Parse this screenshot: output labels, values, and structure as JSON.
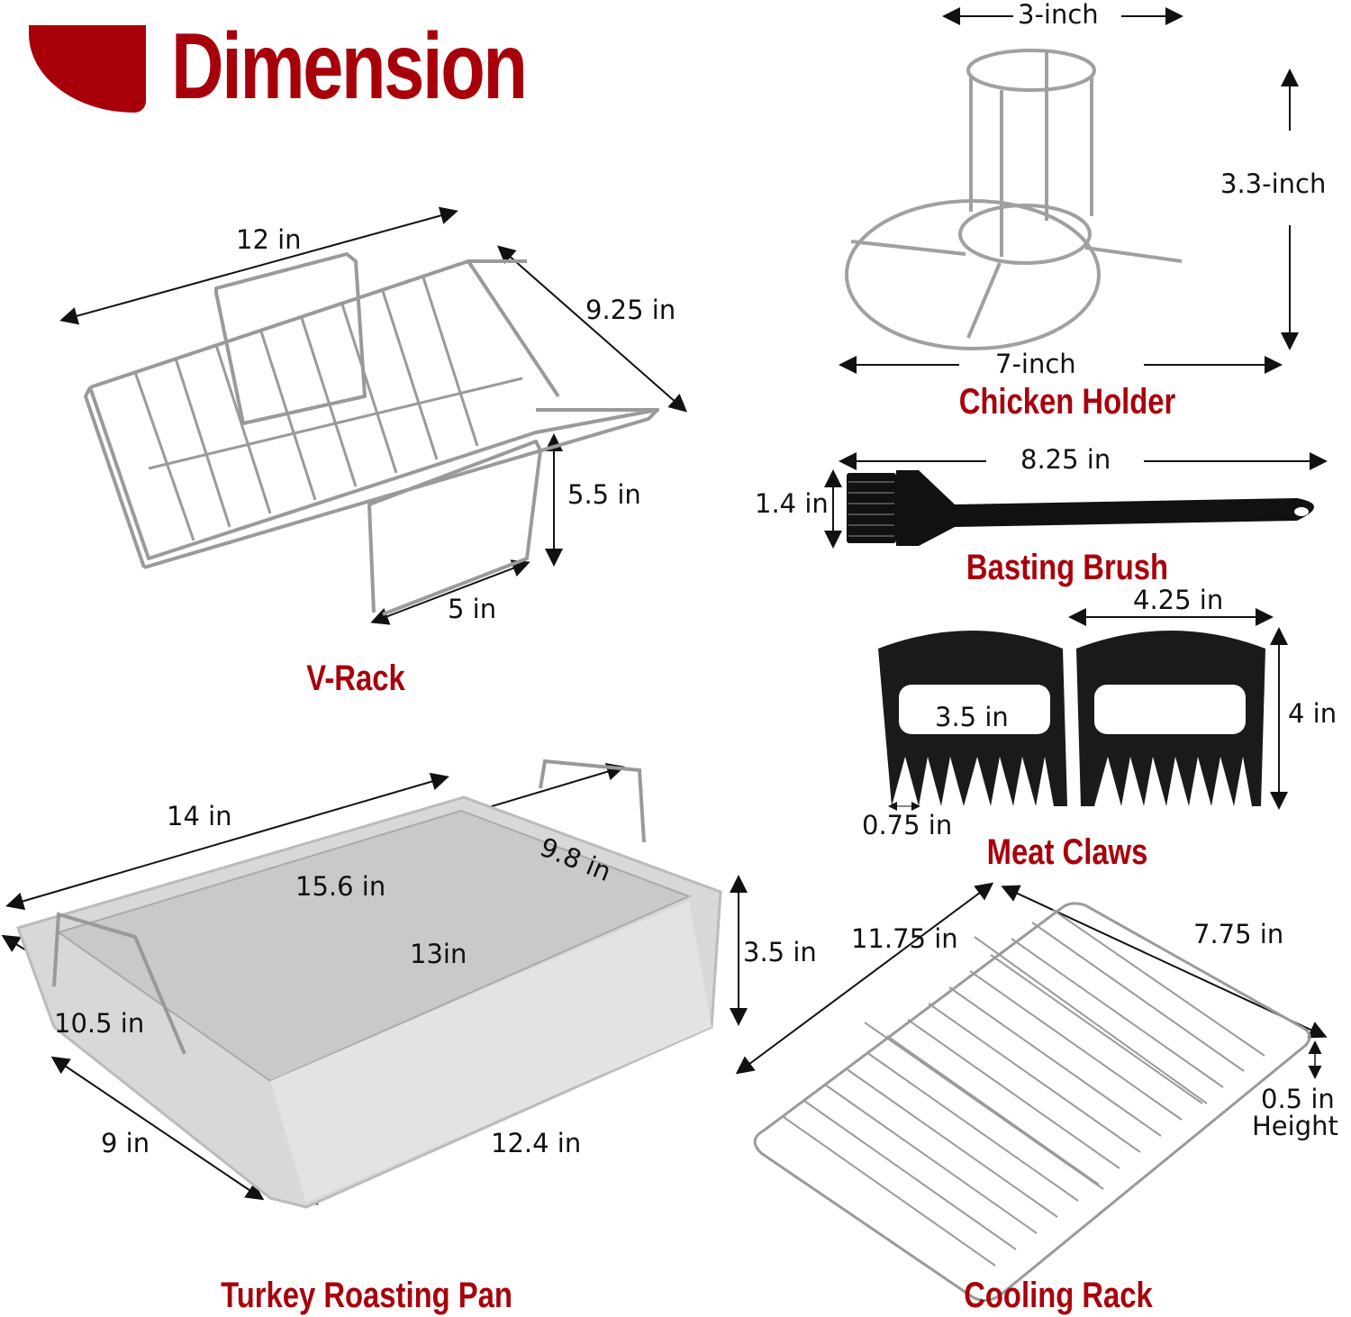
{
  "header": {
    "title": "Dimension",
    "accent_color": "#a8000a"
  },
  "products": {
    "v_rack": {
      "name": "V-Rack",
      "dimensions": {
        "length": "12 in",
        "width": "9.25 in",
        "height": "5.5 in",
        "base": "5 in"
      }
    },
    "chicken_holder": {
      "name": "Chicken Holder",
      "dimensions": {
        "top_diameter": "3-inch",
        "height": "3.3-inch",
        "base_diameter": "7-inch"
      }
    },
    "basting_brush": {
      "name": "Basting Brush",
      "dimensions": {
        "length": "8.25 in",
        "head_width": "1.4 in"
      }
    },
    "meat_claws": {
      "name": "Meat Claws",
      "dimensions": {
        "width": "4.25 in",
        "handle_opening": "3.5 in",
        "height": "4 in",
        "tine_spacing": "0.75 in"
      }
    },
    "roasting_pan": {
      "name": "Turkey Roasting Pan",
      "dimensions": {
        "top_length": "14 in",
        "diagonal": "15.6 in",
        "inner_width": "9.8 in",
        "inner_length": "13in",
        "handle_width": "10.5 in",
        "height": "3.5 in",
        "bottom_width": "9 in",
        "bottom_length": "12.4 in"
      }
    },
    "cooling_rack": {
      "name": "Cooling Rack",
      "dimensions": {
        "length": "11.75 in",
        "width": "7.75 in",
        "height_value": "0.5 in",
        "height_label": "Height"
      }
    }
  }
}
